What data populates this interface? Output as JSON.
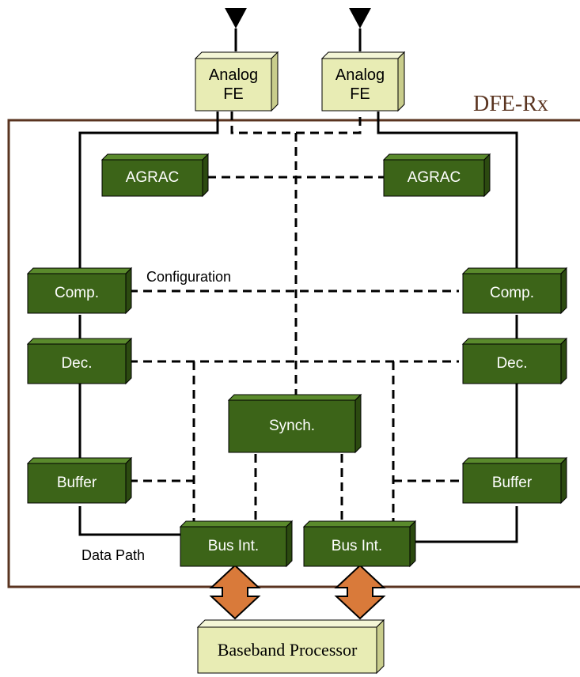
{
  "diagram": {
    "frame_label": "DFE-Rx",
    "antenna_fe": [
      {
        "line1": "Analog",
        "line2": "FE"
      },
      {
        "line1": "Analog",
        "line2": "FE"
      }
    ],
    "left_chain": {
      "agrac": "AGRAC",
      "comp": "Comp.",
      "dec": "Dec.",
      "buffer": "Buffer",
      "bus": "Bus Int."
    },
    "right_chain": {
      "agrac": "AGRAC",
      "comp": "Comp.",
      "dec": "Dec.",
      "buffer": "Buffer",
      "bus": "Bus Int."
    },
    "synch": "Synch.",
    "baseband": "Baseband Processor",
    "labels": {
      "configuration": "Configuration",
      "data_path": "Data Path"
    },
    "colors": {
      "block_green": "#3c6418",
      "block_green_top": "#5a8a2c",
      "fe_fill": "#e8ecb4",
      "frame": "#5a3420",
      "arrow": "#d97a3a"
    }
  }
}
